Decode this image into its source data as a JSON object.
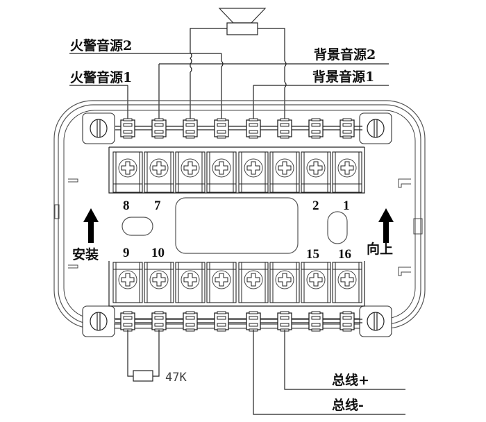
{
  "diagram": {
    "title": "Fire alarm broadcast module wiring diagram",
    "speaker": {
      "icon": "speaker-icon"
    },
    "left_labels": {
      "fire_source_2": "火警音源2",
      "fire_source_1": "火警音源1"
    },
    "right_labels": {
      "bg_source_2": "背景音源2",
      "bg_source_1": "背景音源1"
    },
    "terminal_numbers": {
      "t8": "8",
      "t7": "7",
      "t2": "2",
      "t1": "1",
      "t9": "9",
      "t10": "10",
      "t15": "15",
      "t16": "16"
    },
    "install_label": "安装",
    "up_label": "向上",
    "resistor_label": "47K",
    "bus_plus": "总线+",
    "bus_minus": "总线-",
    "top_terminal_count": 8,
    "bottom_terminal_count": 8
  }
}
